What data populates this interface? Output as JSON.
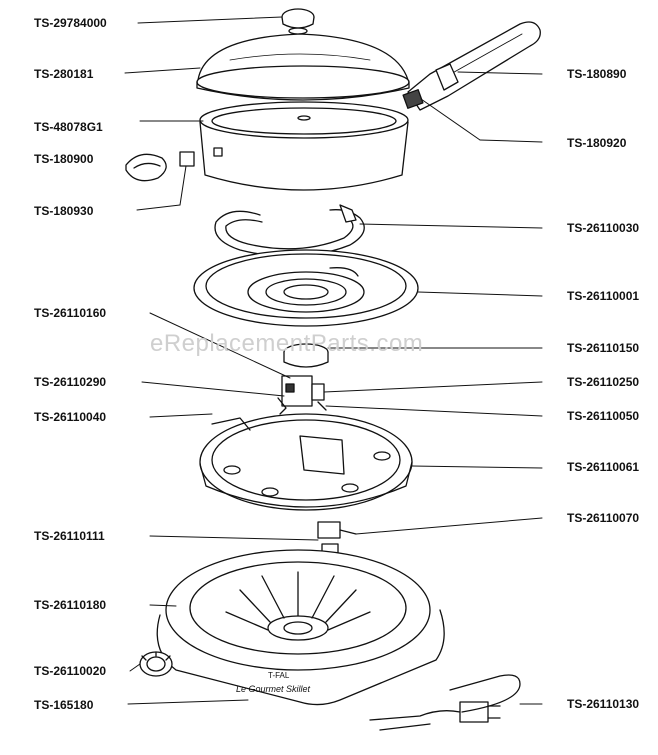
{
  "watermark": "eReplacementParts.com",
  "part_labels": {
    "left": [
      "TS-29784000",
      "TS-280181",
      "TS-48078G1",
      "TS-180900",
      "TS-180930",
      "TS-26110160",
      "TS-26110290",
      "TS-26110040",
      "TS-26110111",
      "TS-26110180",
      "TS-26110020",
      "TS-165180"
    ],
    "right": [
      "TS-180890",
      "TS-180920",
      "TS-26110030",
      "TS-26110001",
      "TS-26110150",
      "TS-26110250",
      "TS-26110050",
      "TS-26110061",
      "TS-26110070",
      "TS-26110130"
    ]
  },
  "base_text": {
    "brand": "T-FAL",
    "model": "Le Gourmet Skillet"
  }
}
